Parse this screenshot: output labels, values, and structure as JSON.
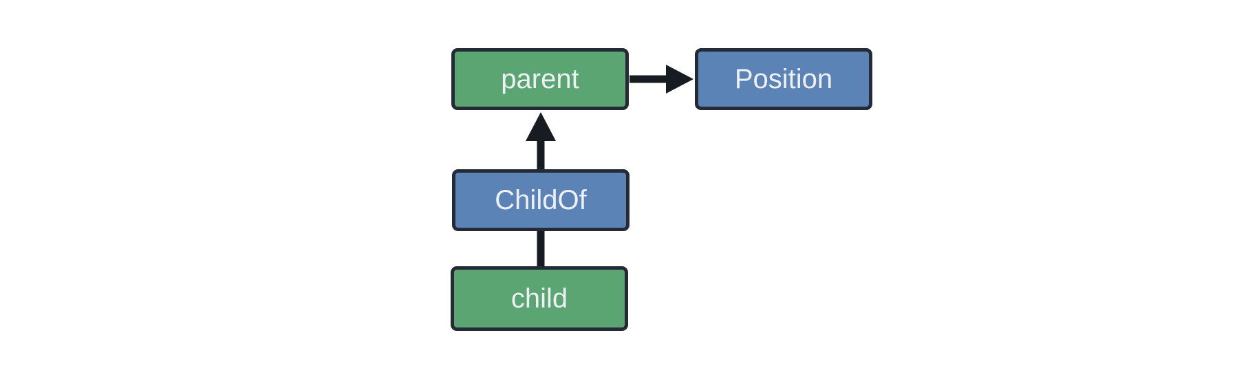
{
  "diagram": {
    "background": "#ffffff",
    "colors": {
      "entity_fill": "#5ba573",
      "pair_fill": "#5b83b5",
      "node_border": "#242b37",
      "label_text": "#edf0f5",
      "edge": "#171b22"
    },
    "nodes": [
      {
        "id": "parent",
        "label": "parent",
        "kind": "entity"
      },
      {
        "id": "position",
        "label": "Position",
        "kind": "component"
      },
      {
        "id": "childof",
        "label": "ChildOf",
        "kind": "relationship"
      },
      {
        "id": "child",
        "label": "child",
        "kind": "entity"
      }
    ],
    "edges": [
      {
        "from": "parent",
        "to": "Position",
        "arrowhead": true,
        "direction": "right"
      },
      {
        "from": "ChildOf",
        "to": "parent",
        "arrowhead": true,
        "direction": "up"
      },
      {
        "from": "child",
        "to": "ChildOf",
        "arrowhead": false,
        "direction": "up"
      }
    ]
  }
}
